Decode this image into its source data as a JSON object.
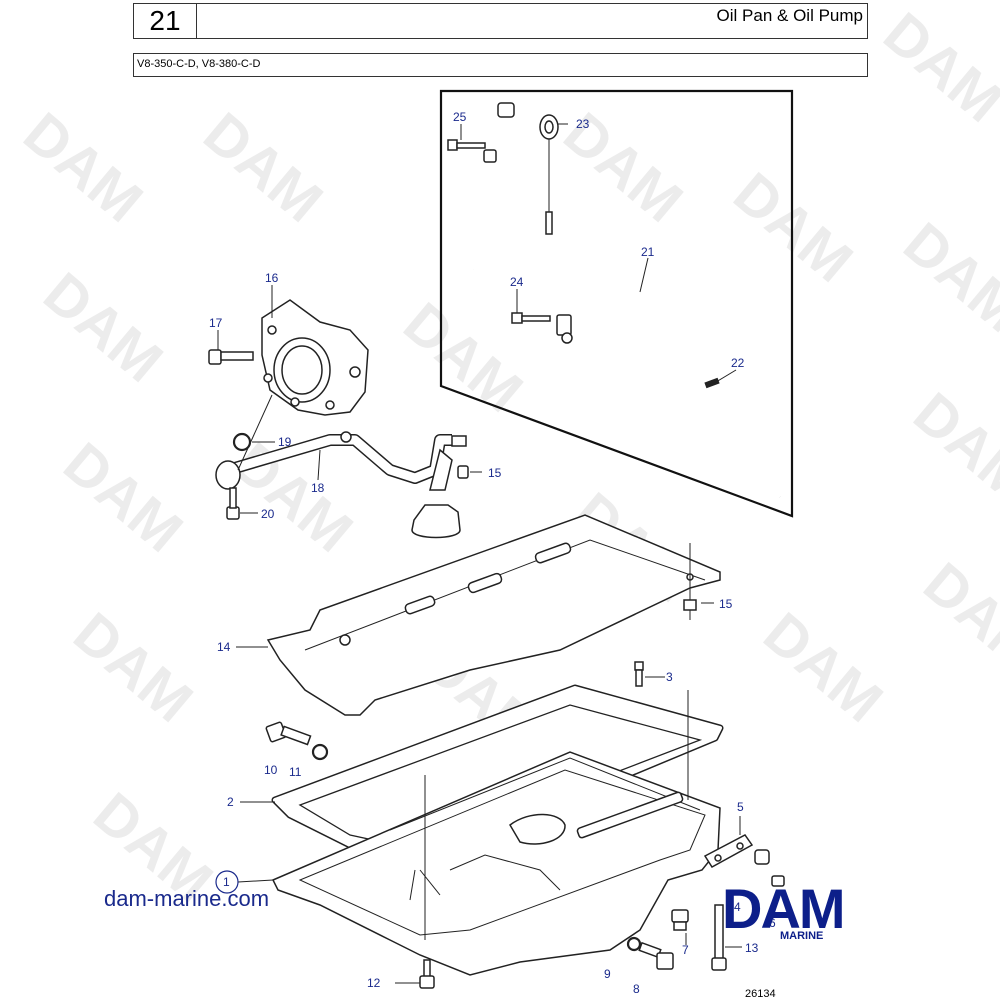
{
  "header": {
    "group_number": "21",
    "title": "Oil Pan & Oil Pump",
    "models": "V8-350-C-D, V8-380-C-D"
  },
  "watermark": "DAM",
  "website": "dam-marine.com",
  "logo": {
    "text": "DAM",
    "subtitle": "MARINE",
    "color": "#0d1f8a"
  },
  "reference_number": "26134",
  "callouts": [
    {
      "id": "25",
      "label": "25"
    },
    {
      "id": "23",
      "label": "23"
    },
    {
      "id": "21",
      "label": "21"
    },
    {
      "id": "24",
      "label": "24"
    },
    {
      "id": "22",
      "label": "22"
    },
    {
      "id": "16",
      "label": "16"
    },
    {
      "id": "17",
      "label": "17"
    },
    {
      "id": "19",
      "label": "19"
    },
    {
      "id": "15a",
      "label": "15"
    },
    {
      "id": "18",
      "label": "18"
    },
    {
      "id": "20",
      "label": "20"
    },
    {
      "id": "15b",
      "label": "15"
    },
    {
      "id": "14",
      "label": "14"
    },
    {
      "id": "3",
      "label": "3"
    },
    {
      "id": "10",
      "label": "10"
    },
    {
      "id": "11",
      "label": "11"
    },
    {
      "id": "2",
      "label": "2"
    },
    {
      "id": "5",
      "label": "5"
    },
    {
      "id": "1",
      "label": "1"
    },
    {
      "id": "4",
      "label": "4"
    },
    {
      "id": "6",
      "label": "6"
    },
    {
      "id": "7",
      "label": "7"
    },
    {
      "id": "13",
      "label": "13"
    },
    {
      "id": "9",
      "label": "9"
    },
    {
      "id": "8",
      "label": "8"
    },
    {
      "id": "12",
      "label": "12"
    }
  ]
}
